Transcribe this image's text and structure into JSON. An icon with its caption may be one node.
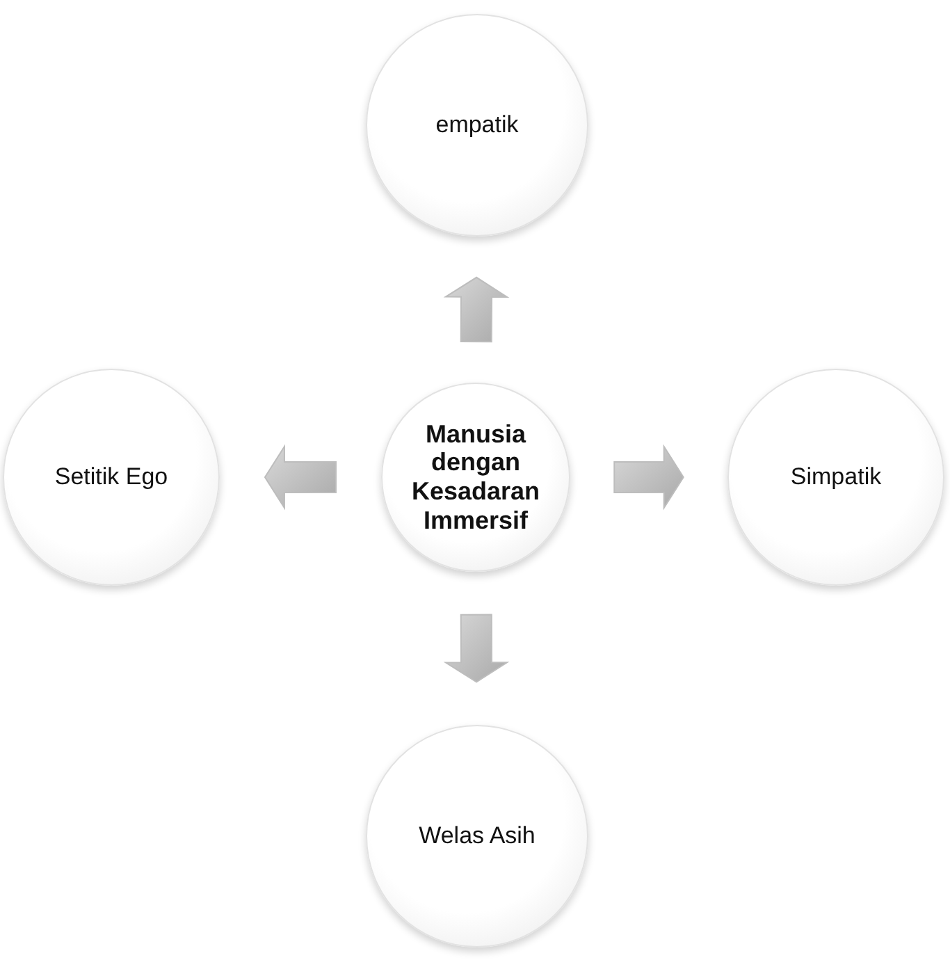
{
  "diagram": {
    "nodes": [
      {
        "text": [
          "empatik"
        ]
      },
      {
        "text": [
          "Setitik Ego"
        ]
      },
      {
        "text": [
          "Manusia dengan Kesadaran Immersif"
        ]
      },
      {
        "text": [
          "Simpatik"
        ]
      },
      {
        "text": [
          "Welas Asih"
        ]
      }
    ],
    "edges": [
      {
        "from": 2,
        "to": 0,
        "arrow": "to"
      },
      {
        "from": 2,
        "to": 1,
        "arrow": "to"
      },
      {
        "from": 2,
        "to": 3,
        "arrow": "to"
      },
      {
        "from": 2,
        "to": 4,
        "arrow": "to"
      }
    ]
  }
}
